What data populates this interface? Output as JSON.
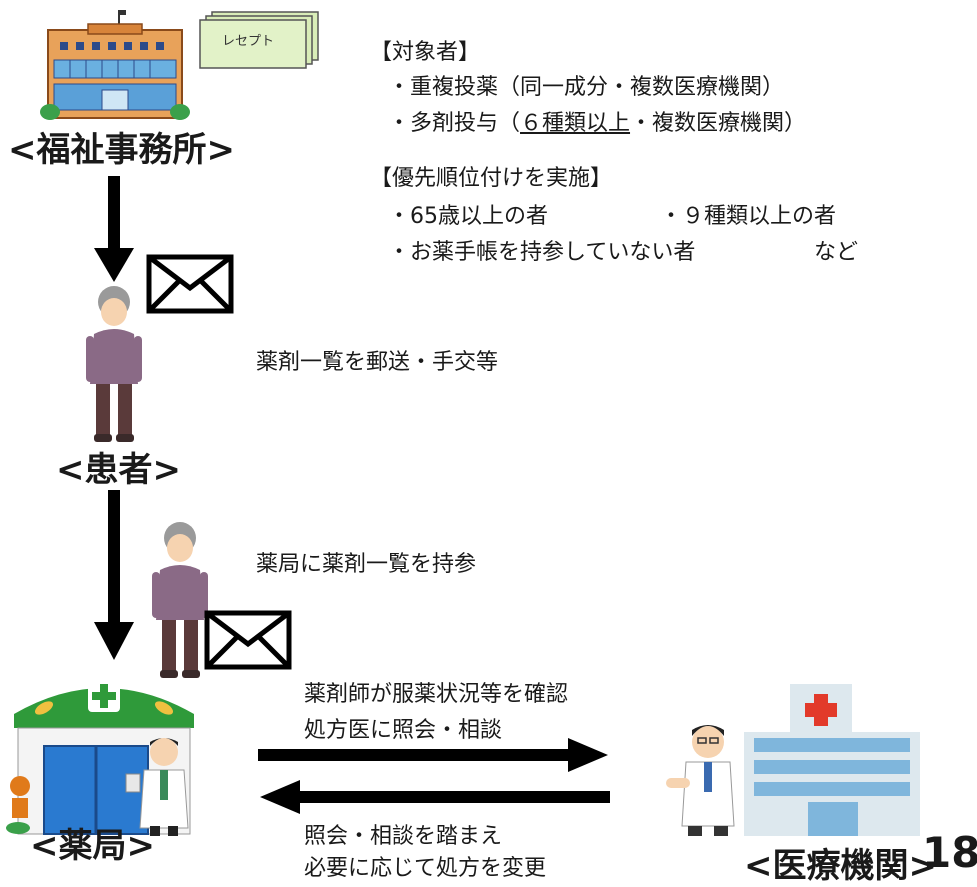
{
  "welfare_office": {
    "label": "<福祉事務所>",
    "receipt_text": "レセプト"
  },
  "criteria": {
    "targets_header": "【対象者】",
    "targets": [
      {
        "prefix": "・重複投薬（同一成分・複数医療機関）"
      },
      {
        "prefix": "・多剤投与（",
        "underlined": "６種類以上",
        "suffix": "・複数医療機関）"
      }
    ],
    "priority_header": "【優先順位付けを実施】",
    "priority_line1_a": "・65歳以上の者",
    "priority_line1_b": "・９種類以上の者",
    "priority_line2_a": "・お薬手帳を持参していない者",
    "priority_line2_b": "など"
  },
  "steps": {
    "mail_list": "薬剤一覧を郵送・手交等",
    "bring_list": "薬局に薬剤一覧を持参",
    "pharmacist_check_1": "薬剤師が服薬状況等を確認",
    "pharmacist_check_2": "処方医に照会・相談",
    "response_1": "照会・相談を踏まえ",
    "response_2": "必要に応じて処方を変更"
  },
  "patient": {
    "label": "<患者>"
  },
  "pharmacy": {
    "label": "<薬局>"
  },
  "hospital": {
    "label": "<医療機関>"
  },
  "page_number": "18",
  "colors": {
    "arrow": "#000000",
    "building_orange": "#e8a25a",
    "window_blue": "#5aa0d8",
    "pharmacy_green": "#2f9a3a",
    "hospital_blue": "#7fb6dc",
    "hospital_red": "#e23a2a",
    "receipt_green": "#d9edb8",
    "patient_purple": "#8a6a86"
  }
}
